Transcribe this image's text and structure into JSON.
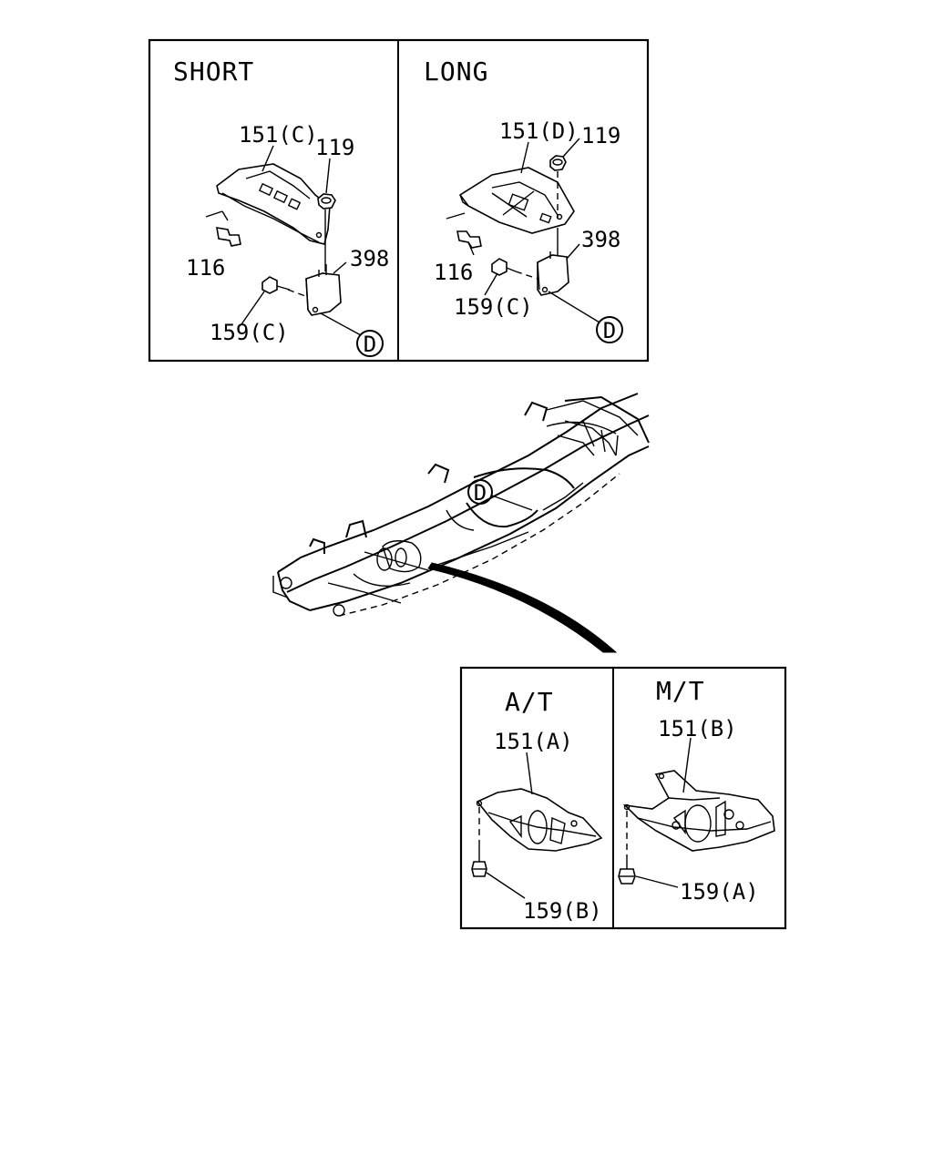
{
  "panels": {
    "short": {
      "title": "SHORT",
      "labels": {
        "plate": "151(C)",
        "nut": "119",
        "bolt": "116",
        "mount": "398",
        "bolt2": "159(C)",
        "ref": "D"
      }
    },
    "long": {
      "title": "LONG",
      "labels": {
        "plate": "151(D)",
        "nut": "119",
        "bolt": "116",
        "mount": "398",
        "bolt2": "159(C)",
        "ref": "D"
      }
    },
    "at": {
      "title": "A/T",
      "labels": {
        "plate": "151(A)",
        "bolt": "159(B)"
      }
    },
    "mt": {
      "title": "M/T",
      "labels": {
        "plate": "151(B)",
        "bolt": "159(A)"
      }
    }
  },
  "chassis": {
    "ref": "D"
  }
}
